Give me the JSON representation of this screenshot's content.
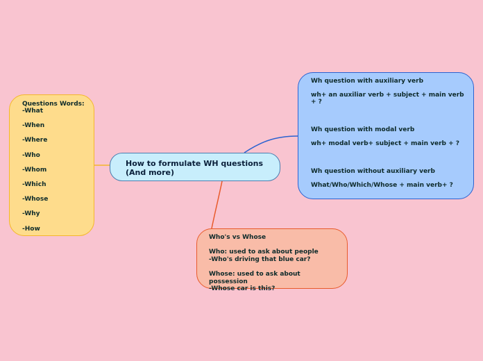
{
  "central_topic": {
    "line1": "How to formulate WH questions",
    "line2": "(And more)"
  },
  "question_words": {
    "title": "Questions Words:",
    "items": [
      "-What",
      "-When",
      "-Where",
      "-Who",
      "-Whom",
      "-Which",
      "-Whose",
      "-Why",
      "-How"
    ]
  },
  "wh_structures": {
    "lines": [
      "Wh question with auxiliary verb",
      "",
      "wh+ an auxiliar verb + subject + main verb",
      "+ ?",
      "",
      "",
      "",
      "Wh question with modal verb",
      "",
      "wh+ modal verb+ subject + main verb + ?",
      "",
      "",
      "",
      "Wh question without auxiliary verb",
      "",
      "What/Who/Which/Whose + main verb+ ?"
    ]
  },
  "whos_vs_whose": {
    "lines": [
      "Who's vs Whose",
      "",
      "Who: used to ask about people",
      "-Who's driving that blue car?",
      "",
      "Whose: used to ask about possession",
      "-Whose car is this?"
    ]
  },
  "colors": {
    "background": "#f9c4d0",
    "central_fill": "#c8eefc",
    "words_fill": "#fedc8c",
    "words_line": "#f4b72a",
    "wh_fill": "#a6cbfd",
    "wh_line": "#2a62d0",
    "whose_fill": "#f9bca8",
    "whose_line": "#e85a2a"
  }
}
